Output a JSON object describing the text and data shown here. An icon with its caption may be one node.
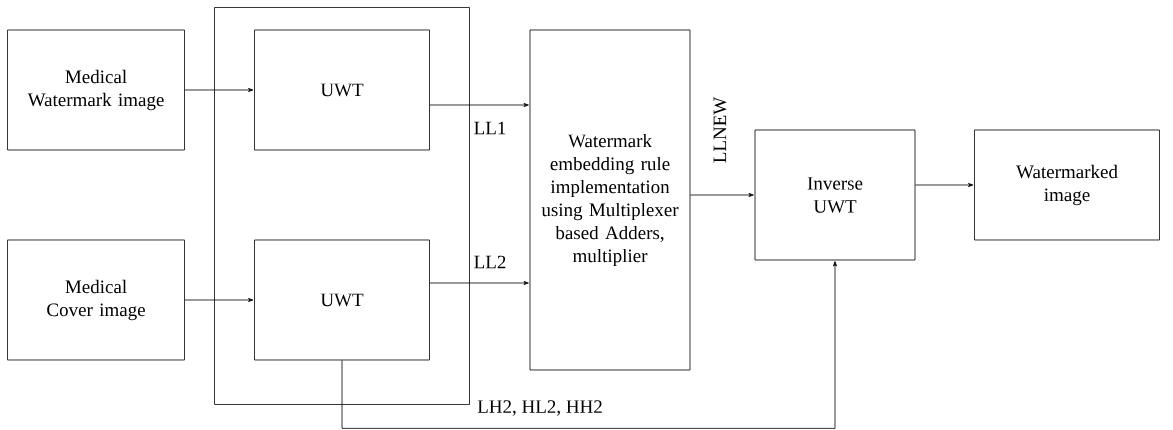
{
  "diagram": {
    "nodes": [
      {
        "text": [
          "Medical Watermark image"
        ]
      },
      {
        "text": [],
        "shape": "box"
      },
      {
        "text": [
          "UWT"
        ],
        "in": 1
      },
      {
        "text": [
          "Medical Cover image"
        ]
      },
      {
        "text": [
          "UWT"
        ],
        "in": 1
      },
      {
        "text": [
          "Watermark embedding rule implementation using Multiplexer based Adders, multiplier"
        ]
      },
      {
        "text": [
          "Inverse UWT"
        ]
      },
      {
        "text": [
          "Watermarked image"
        ]
      }
    ],
    "edges": [
      {
        "from": 0,
        "to": 2,
        "arrow": "to"
      },
      {
        "from": 3,
        "to": 4,
        "arrow": "to"
      },
      {
        "from": 2,
        "to": 5,
        "arrow": "to",
        "label": "LL1"
      },
      {
        "from": 4,
        "to": 5,
        "arrow": "to",
        "label": "LL2"
      },
      {
        "from": 5,
        "to": 6,
        "arrow": "to",
        "label": "LLNEW"
      },
      {
        "from": 4,
        "to": 6,
        "arrow": "to",
        "label": "LH2, HL2, HH2"
      },
      {
        "from": 6,
        "to": 7,
        "arrow": "to"
      }
    ]
  }
}
